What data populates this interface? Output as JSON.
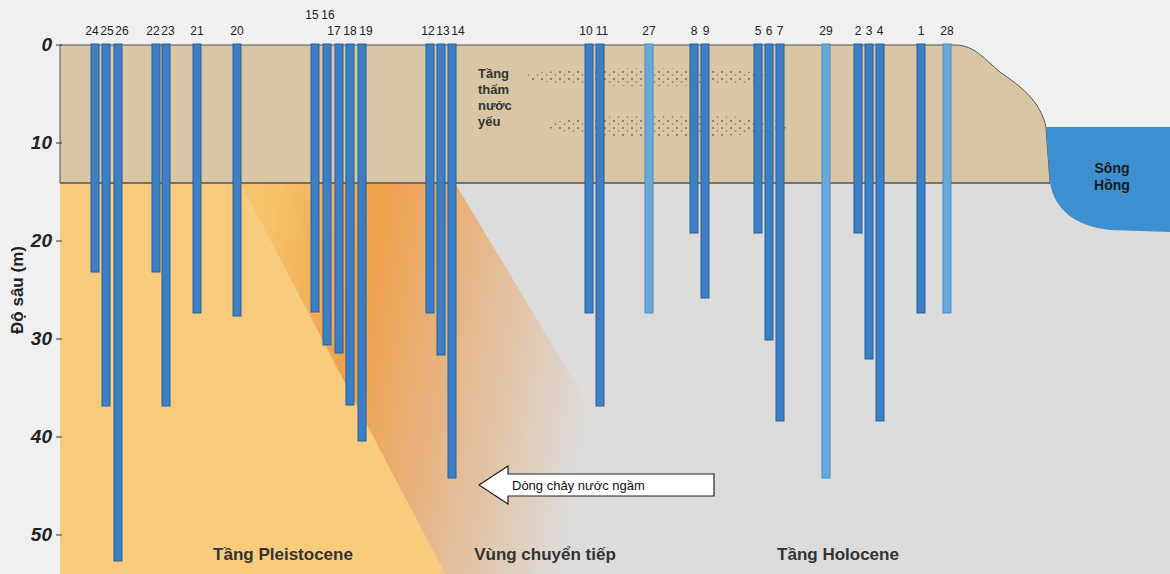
{
  "diagram": {
    "nodes": [
      {
        "text": [
          "Dòng chảy nước ngầm"
        ]
      }
    ],
    "labels": [
      "24",
      "25",
      "26",
      "22",
      "23",
      "21",
      "20",
      "15",
      "16",
      "17",
      "18",
      "19",
      "12",
      "13",
      "14",
      "10",
      "11",
      "27",
      "8",
      "9",
      "5",
      "6",
      "7",
      "29",
      "2",
      "3",
      "4",
      "1",
      "28",
      "0",
      "10",
      "20",
      "30",
      "40",
      "50",
      "Độ sâu (m)",
      "Tầng thấm nước yếu",
      "Sông Hồng",
      "Tầng Pleistocene",
      "Vùng chuyển tiếp",
      "Tầng Holocene"
    ]
  }
}
